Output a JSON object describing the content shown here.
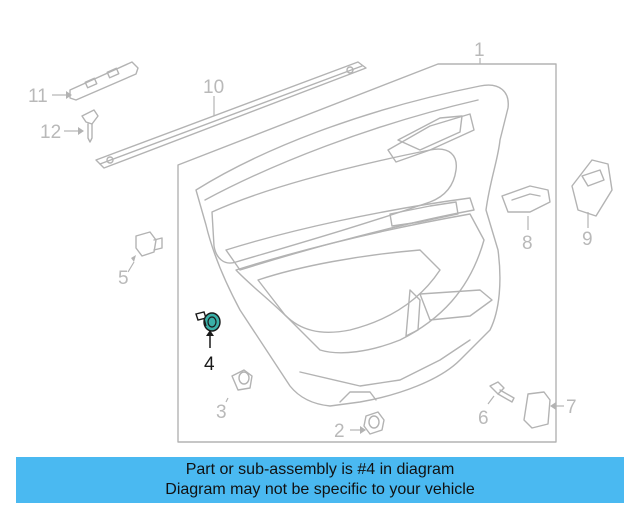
{
  "diagram": {
    "highlight_color": "#1a1a1a",
    "part_color": "#b3b3b3",
    "accent_color": "#3ab0a8",
    "callouts": {
      "c1": "1",
      "c2": "2",
      "c3": "3",
      "c4": "4",
      "c5": "5",
      "c6": "6",
      "c7": "7",
      "c8": "8",
      "c9": "9",
      "c10": "10",
      "c11": "11",
      "c12": "12"
    }
  },
  "banner": {
    "line1": "Part or sub-assembly is #4 in diagram",
    "line2": "Diagram may not be specific to your vehicle",
    "background": "#4ab9f1"
  }
}
